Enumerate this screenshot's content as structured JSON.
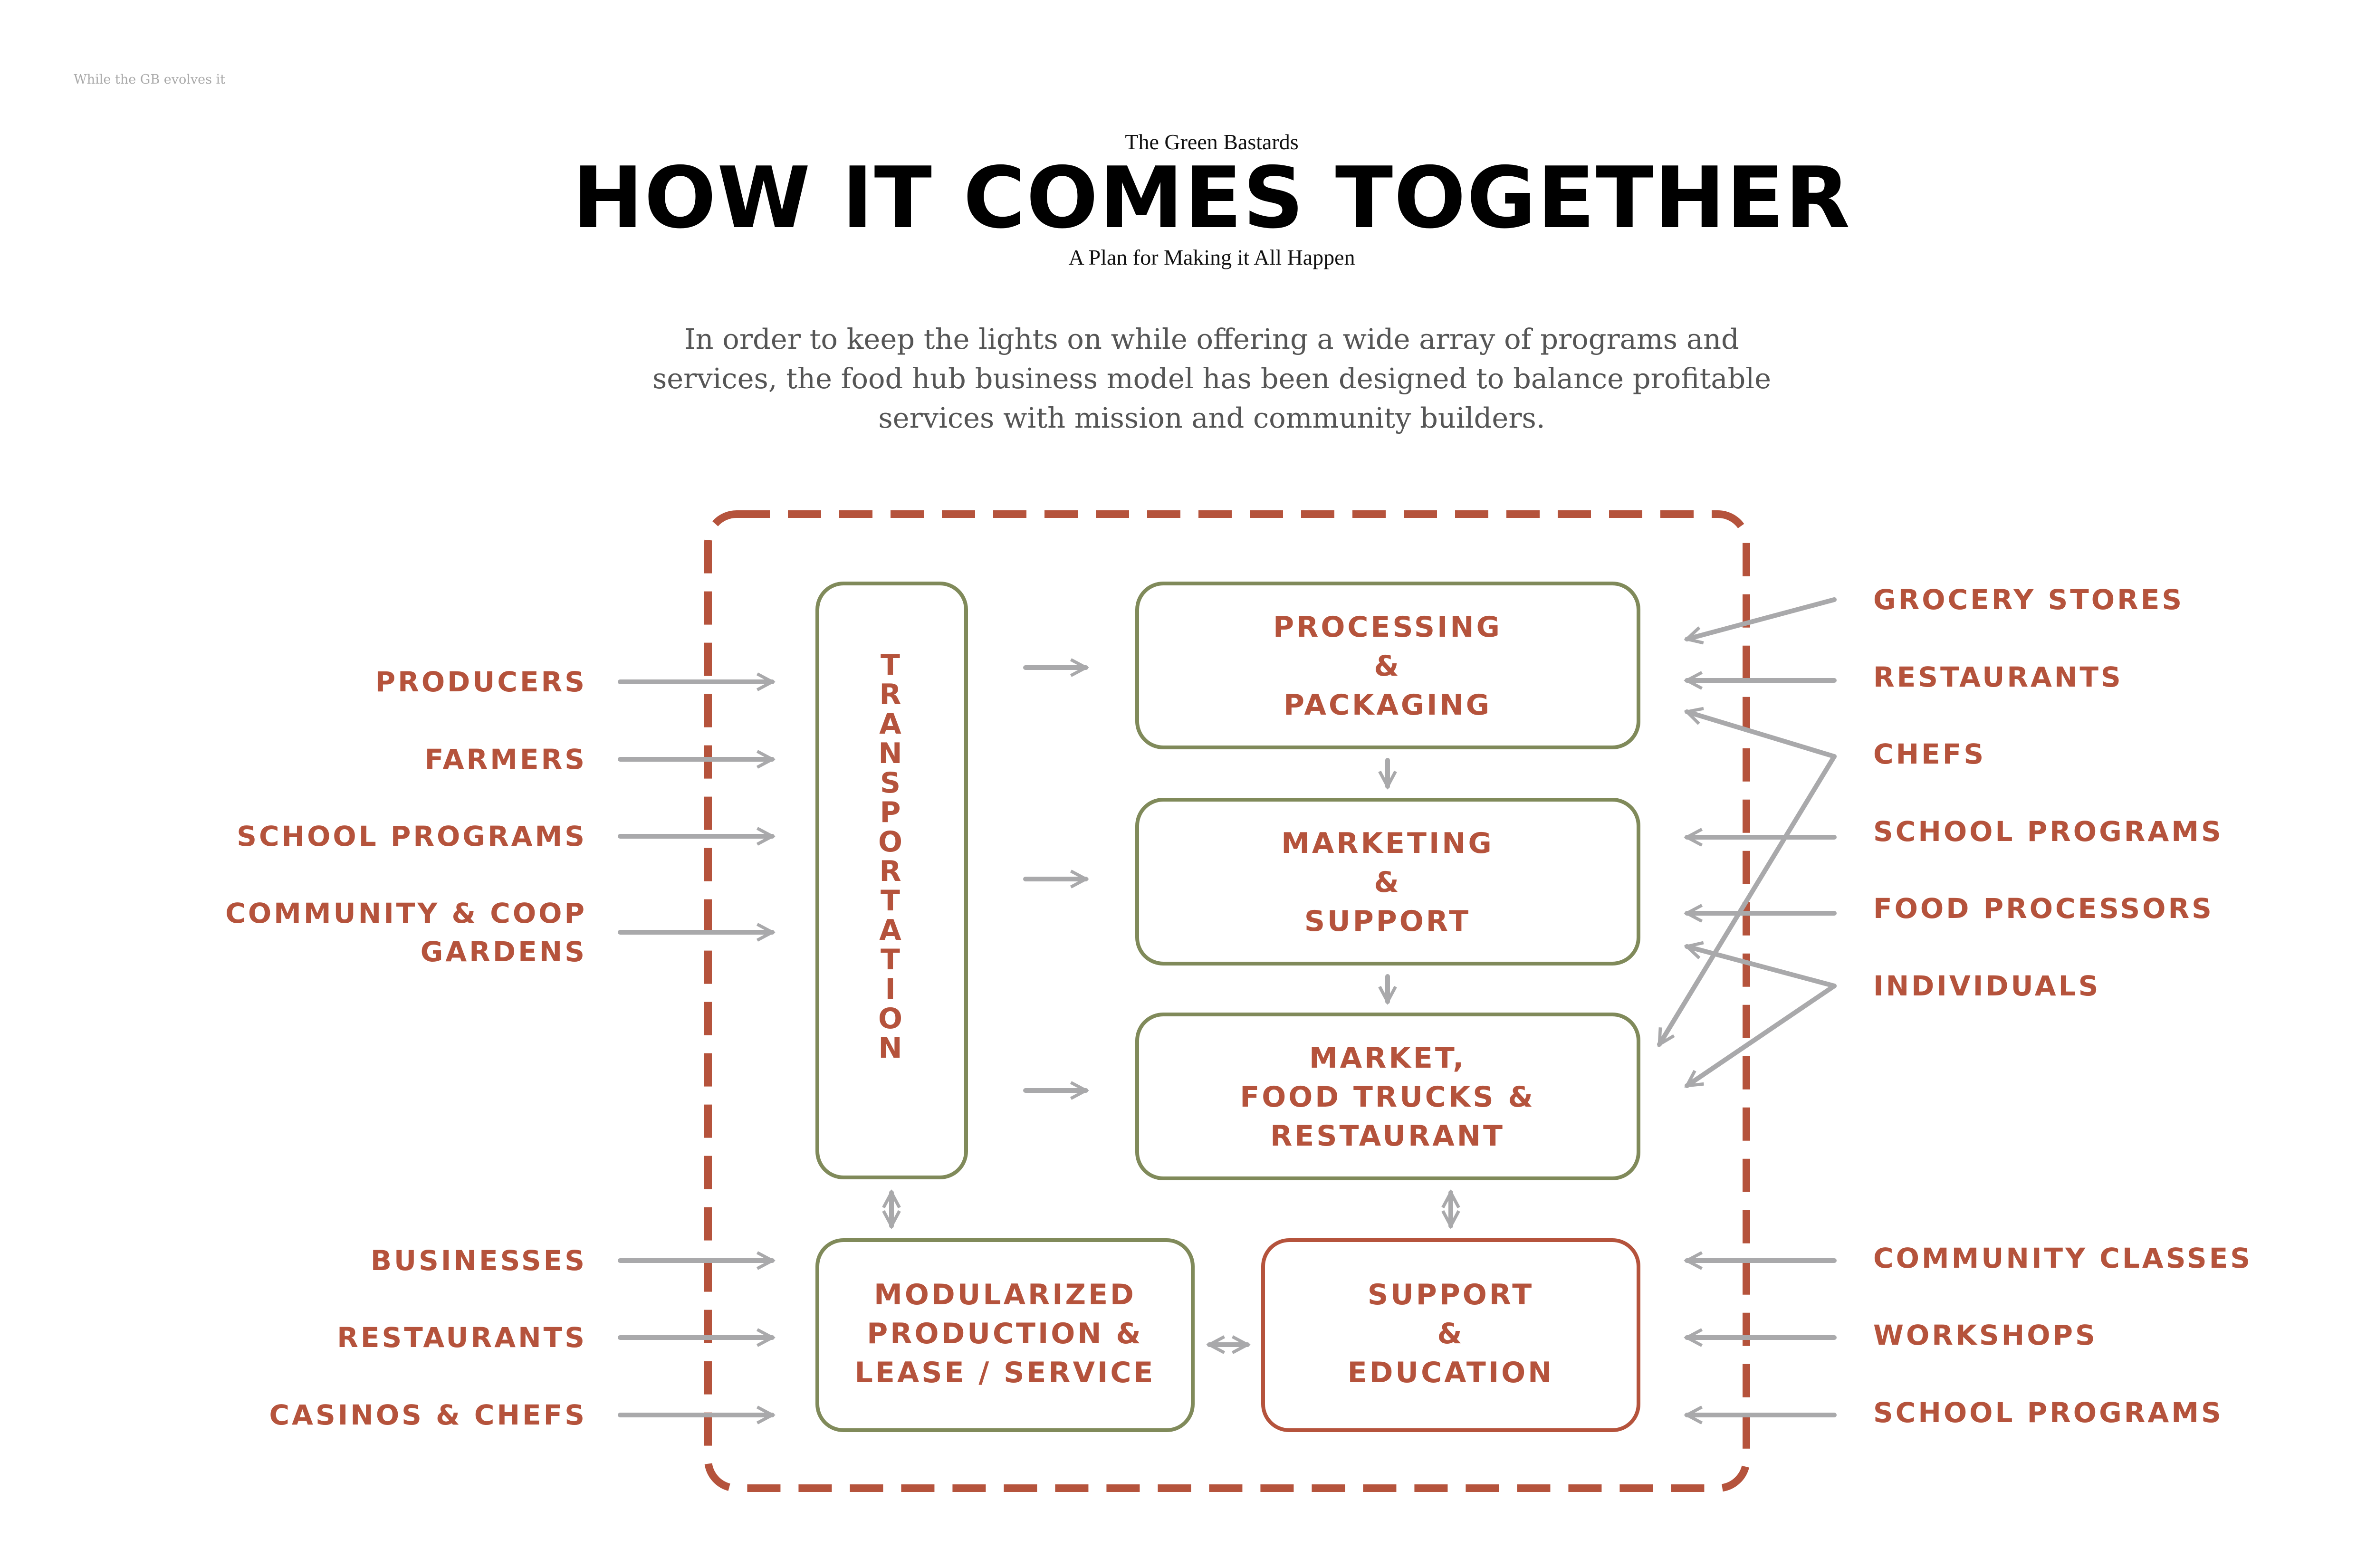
{
  "header": {
    "corner_note": "While the GB evolves it",
    "kicker": "The Green Bastards",
    "title": "HOW IT COMES TOGETHER",
    "subtitle": "A Plan for Making it All Happen"
  },
  "intro_lines": [
    "In order to keep the lights on while offering a wide array of programs and",
    "services, the food hub business model has been designed to balance profitable",
    "services with mission and community builders."
  ],
  "colors": {
    "rust": "#B5533C",
    "olive": "#808A5A",
    "arrow_gray": "#A9A9AB"
  },
  "diagram": {
    "transportation": "TRANSPORTATION",
    "boxes": {
      "processing": [
        "PROCESSING",
        "&",
        "PACKAGING"
      ],
      "marketing": [
        "MARKETING",
        "&",
        "SUPPORT"
      ],
      "market": [
        "MARKET,",
        "FOOD TRUCKS &",
        "RESTAURANT"
      ],
      "modular": [
        "MODULARIZED",
        "PRODUCTION &",
        "LEASE / SERVICE"
      ],
      "support": [
        "SUPPORT",
        "&",
        "EDUCATION"
      ]
    },
    "left_inputs_top": [
      [
        "PRODUCERS"
      ],
      [
        "FARMERS"
      ],
      [
        "SCHOOL PROGRAMS"
      ],
      [
        "COMMUNITY  & COOP",
        "GARDENS"
      ]
    ],
    "left_inputs_bottom": [
      "BUSINESSES",
      "RESTAURANTS",
      "CASINOS & CHEFS"
    ],
    "right_inputs_top": [
      "GROCERY STORES",
      "RESTAURANTS",
      "CHEFS",
      "SCHOOL PROGRAMS",
      "FOOD PROCESSORS",
      "INDIVIDUALS"
    ],
    "right_inputs_bottom": [
      "COMMUNITY CLASSES",
      "WORKSHOPS",
      "SCHOOL PROGRAMS"
    ]
  }
}
